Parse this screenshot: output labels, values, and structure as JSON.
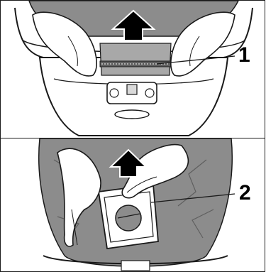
{
  "figure": {
    "panels": [
      {
        "step": "removal-of-filter-bag",
        "callout": "1",
        "arrow": "up-arrow"
      },
      {
        "step": "pull-out-bag-collar",
        "callout": "2",
        "arrow": "up-arrow"
      }
    ],
    "colors": {
      "outline": "#1a1a1a",
      "bag_gray": "#8c8c8c",
      "dark_gray": "#5f5f5f",
      "light_fill": "#ffffff",
      "shade": "#d9d9d9"
    }
  }
}
